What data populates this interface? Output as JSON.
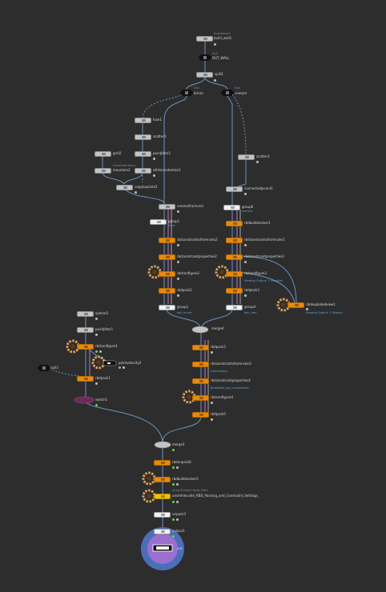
{
  "network": {
    "nodes": {
      "build_wall1": {
        "label": "build_wall1",
        "comment": "Subnetwork"
      },
      "out_wall": {
        "label": "OUT_WALL",
        "comment": "Null"
      },
      "split1": {
        "label": "split1"
      },
      "bricks": {
        "label": "bricks",
        "comment": "Null"
      },
      "cement": {
        "label": "cement",
        "comment": "Null"
      },
      "fuse": {
        "label": "fuse1"
      },
      "scatter1": {
        "label": "scatter1"
      },
      "pointjitter1": {
        "label": "pointjitter1"
      },
      "grid2": {
        "label": "grid2"
      },
      "mountain2": {
        "label": "mountain2",
        "comment": "Subdivide Noise"
      },
      "attribrandomize1": {
        "label": "attribrandomize1"
      },
      "copytopoints2": {
        "label": "copytopoints2"
      },
      "scatter3": {
        "label": "scatter3"
      },
      "connectadjacent1": {
        "label": "connectadjacent1"
      },
      "voronoifracture1": {
        "label": "voronoifracture1"
      },
      "group_bricks": {
        "label": "group1",
        "sub": "brick"
      },
      "group_cement": {
        "label": "group6",
        "sub": "cement"
      },
      "rbdmaterialfracture1": {
        "label": "rbdbulletsolver1"
      },
      "rbdconstraints1": {
        "label": "rbdconstraintsfromrules2"
      },
      "rbdconstraints2": {
        "label": "rbdconstraintsfromrules1"
      },
      "rbdconstraintprops1": {
        "label": "rbdconstraintproperties2"
      },
      "rbdconstraintprops2": {
        "label": "rbdconstraintproperties3"
      },
      "rbdconfigure2": {
        "label": "rbdconfigure2"
      },
      "rbdconfigure3": {
        "label": "rbdconfigure3",
        "sub": "Viewing Output: 1 Visualize"
      },
      "rbdpack2": {
        "label": "rbdpack2"
      },
      "rbdpack3": {
        "label": "rbdpack3"
      },
      "groupb": {
        "label": "group1",
        "sub": "ball_bricks"
      },
      "groupc": {
        "label": "group4",
        "sub": "ball_cem"
      },
      "rbdexplodedview": {
        "label": "rbdexplodedview1",
        "sub": "Viewing Output: 1 Display"
      },
      "merge4": {
        "label": "merge4"
      },
      "rbdpack_m": {
        "label": "rbdpack3"
      },
      "rbdconstraintsfromrules3": {
        "label": "rbdconstraintsfromrules3",
        "sub": "connections"
      },
      "rbdconstraintprops4": {
        "label": "rbdconstraintproperties4",
        "sub": "Breakable_sqr_connections"
      },
      "rbdconfigure4": {
        "label": "rbdconfigure4"
      },
      "rbdpack5": {
        "label": "rbdpack5"
      },
      "sphere2": {
        "label": "sphere2"
      },
      "pointjitter2": {
        "label": "pointjitter1"
      },
      "rbdconfigure1": {
        "label": "rbdconfigure1"
      },
      "pointvelocity2": {
        "label": "pointvelocity2"
      },
      "null_ball": {
        "label": "null3"
      },
      "rbdpack1": {
        "label": "rbdpack1"
      },
      "switch1": {
        "label": "switch1"
      },
      "merge3": {
        "label": "merge3"
      },
      "rbdunpack6": {
        "label": "rbdunpack6"
      },
      "rbdbulletsolver5": {
        "label": "rbdbulletsolver5"
      },
      "rbdunpacksub": {
        "label": "unsmhlecudie_RBD_Packing_and_Constraint_Settings_",
        "comment": "Show Multiple Node Paths"
      },
      "unpack3": {
        "label": "unpack3"
      },
      "output1": {
        "label": "output1"
      },
      "output0": {
        "label": "out"
      }
    }
  },
  "colors": {
    "background": "#2d2d2d",
    "wire": "#6a93c7",
    "wire_pink": "#d06fc0",
    "node_orange": "#e68a0e",
    "node_grey": "#c4c4c4",
    "node_yellow": "#f2c200",
    "display_flag": "#6fcf4a",
    "output_ring": "#4a6fb8",
    "output_inner": "#9a6fd0"
  },
  "icons": [
    "gear-icon",
    "null-icon",
    "switch-icon",
    "output-icon"
  ]
}
